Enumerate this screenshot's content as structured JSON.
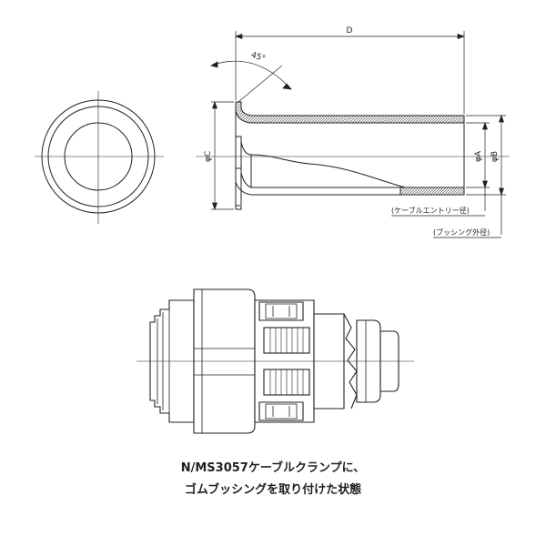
{
  "dimensions": {
    "D": "D",
    "angle": "45°",
    "C": "φC",
    "A": "φA",
    "B": "φB"
  },
  "notes": {
    "cable_entry": "(ケーブルエントリー径)",
    "bushing_od": "(ブッシング外径)"
  },
  "caption": {
    "line1": "N/MS3057ケーブルクランプに、",
    "line2": "ゴムブッシングを取り付けた状態"
  },
  "colors": {
    "line": "#231f20",
    "hatch": "#555555",
    "part_fill": "#ffffff"
  }
}
